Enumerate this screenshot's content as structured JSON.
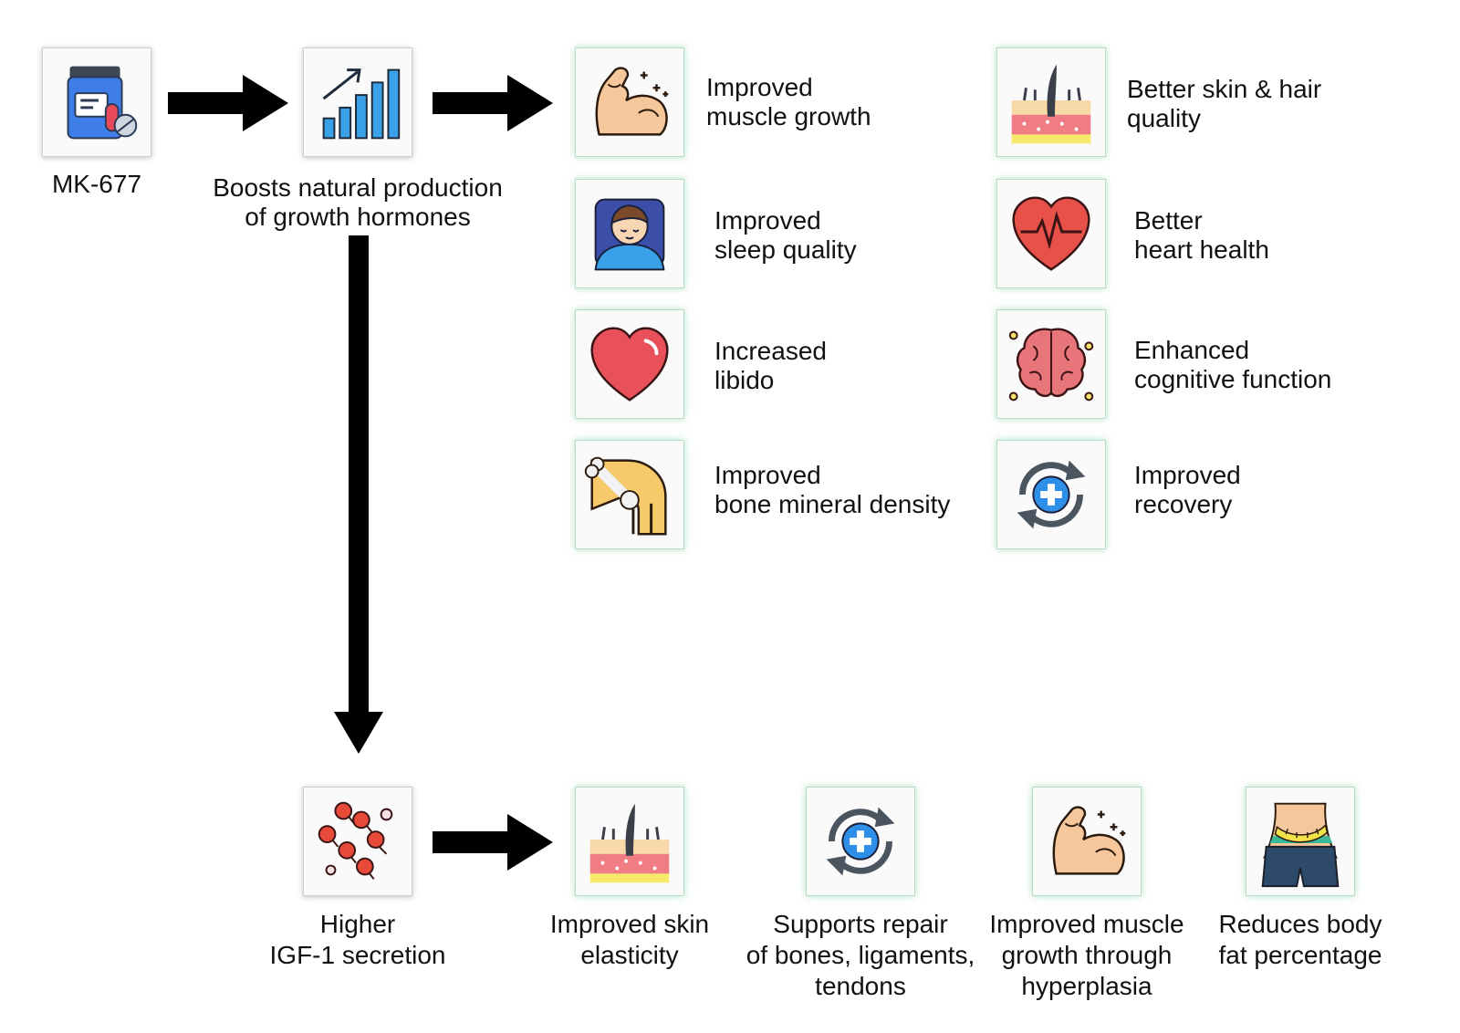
{
  "flow": {
    "source": {
      "label": "MK-677",
      "icon": "medicine-bottle-icon"
    },
    "mechanism": {
      "lines": [
        "Boosts natural production",
        "of growth hormones"
      ],
      "icon": "growth-chart-icon"
    },
    "igf": {
      "lines": [
        "Higher",
        "IGF-1 secretion"
      ],
      "icon": "cells-icon"
    }
  },
  "benefits": [
    {
      "lines": [
        "Improved",
        "muscle growth"
      ],
      "icon": "flexed-arm-icon"
    },
    {
      "lines": [
        "Better skin & hair",
        "quality"
      ],
      "icon": "skin-hair-icon"
    },
    {
      "lines": [
        "Improved",
        "sleep quality"
      ],
      "icon": "sleeping-person-icon"
    },
    {
      "lines": [
        "Better",
        "heart health"
      ],
      "icon": "heartbeat-icon"
    },
    {
      "lines": [
        "Increased",
        "libido"
      ],
      "icon": "heart-icon"
    },
    {
      "lines": [
        "Enhanced",
        "cognitive function"
      ],
      "icon": "brain-icon"
    },
    {
      "lines": [
        "Improved",
        "bone mineral density"
      ],
      "icon": "bone-joint-icon"
    },
    {
      "lines": [
        "Improved",
        "recovery"
      ],
      "icon": "recovery-icon"
    }
  ],
  "igf_effects": [
    {
      "lines": [
        "Improved skin",
        "elasticity"
      ],
      "icon": "skin-hair-icon"
    },
    {
      "lines": [
        "Supports repair",
        "of bones, ligaments,",
        "tendons"
      ],
      "icon": "recovery-icon"
    },
    {
      "lines": [
        "Improved muscle",
        "growth through",
        "hyperplasia"
      ],
      "icon": "flexed-arm-icon"
    },
    {
      "lines": [
        "Reduces body",
        "fat percentage"
      ],
      "icon": "waist-measure-icon"
    }
  ]
}
